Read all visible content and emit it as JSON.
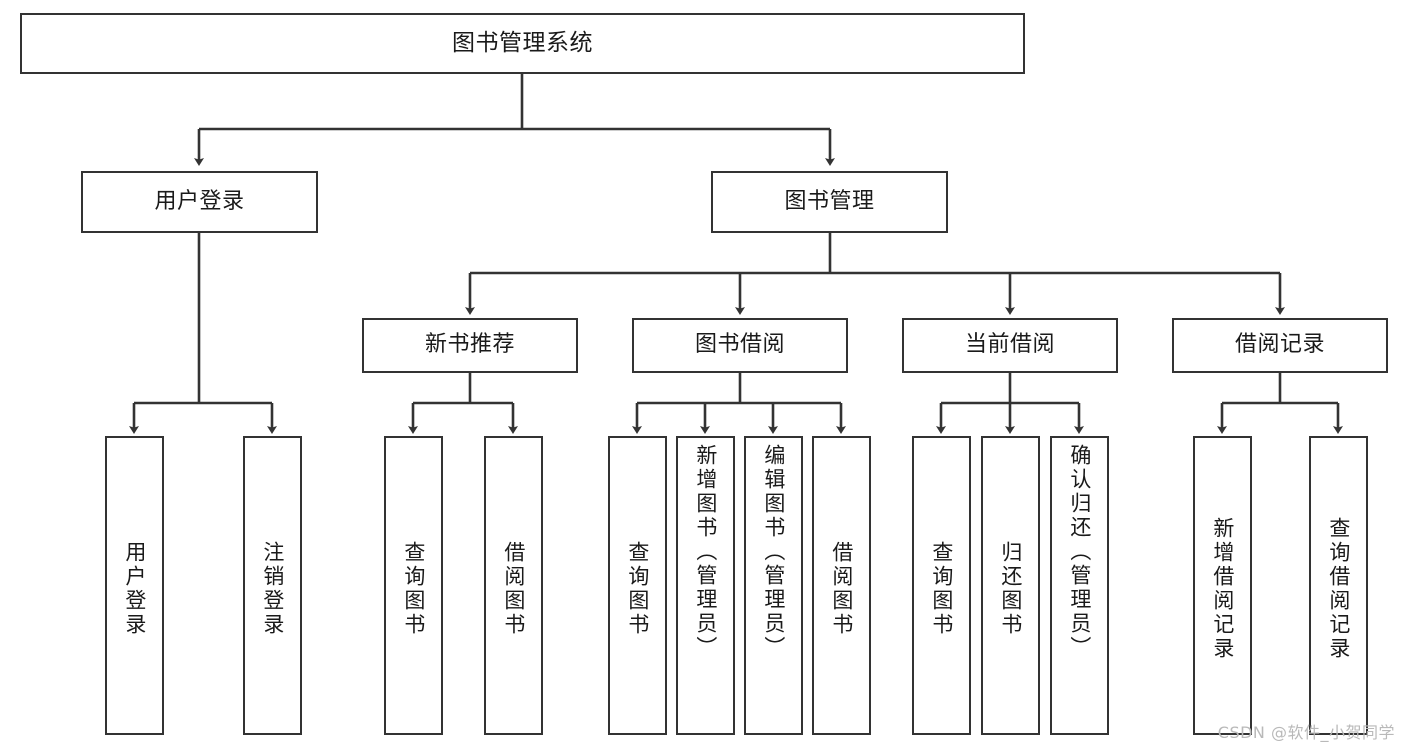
{
  "diagram": {
    "title": "图书管理系统",
    "type": "tree",
    "watermark": "CSDN @软件_小贺同学",
    "colors": {
      "box_border": "#333333",
      "box_fill": "#ffffff",
      "edge": "#333333",
      "text": "#1a1a1a",
      "watermark": "#b9b9b9",
      "background": "#ffffff"
    },
    "levels": {
      "level1": [
        {
          "id": "root",
          "label": "图书管理系统"
        }
      ],
      "level2": [
        {
          "id": "user_login",
          "label": "用户登录",
          "parent": "root"
        },
        {
          "id": "book_manage",
          "label": "图书管理",
          "parent": "root"
        }
      ],
      "level3": [
        {
          "id": "new_book_rec",
          "label": "新书推荐",
          "parent": "book_manage"
        },
        {
          "id": "book_borrow",
          "label": "图书借阅",
          "parent": "book_manage"
        },
        {
          "id": "current_borrow",
          "label": "当前借阅",
          "parent": "book_manage"
        },
        {
          "id": "borrow_record",
          "label": "借阅记录",
          "parent": "book_manage"
        }
      ],
      "leaves": [
        {
          "id": "leaf_user_login",
          "label": "用户登录",
          "parent": "user_login"
        },
        {
          "id": "leaf_logout",
          "label": "注销登录",
          "parent": "user_login"
        },
        {
          "id": "leaf_query_book_1",
          "label": "查询图书",
          "parent": "new_book_rec"
        },
        {
          "id": "leaf_borrow_book_1",
          "label": "借阅图书",
          "parent": "new_book_rec"
        },
        {
          "id": "leaf_query_book_2",
          "label": "查询图书",
          "parent": "book_borrow"
        },
        {
          "id": "leaf_add_book",
          "label": "新增图书（管理员）",
          "parent": "book_borrow"
        },
        {
          "id": "leaf_edit_book",
          "label": "编辑图书（管理员）",
          "parent": "book_borrow"
        },
        {
          "id": "leaf_borrow_book_2",
          "label": "借阅图书",
          "parent": "book_borrow"
        },
        {
          "id": "leaf_query_book_3",
          "label": "查询图书",
          "parent": "current_borrow"
        },
        {
          "id": "leaf_return_book",
          "label": "归还图书",
          "parent": "current_borrow"
        },
        {
          "id": "leaf_confirm_return",
          "label": "确认归还（管理员）",
          "parent": "current_borrow"
        },
        {
          "id": "leaf_add_record",
          "label": "新增借阅记录",
          "parent": "borrow_record"
        },
        {
          "id": "leaf_query_record",
          "label": "查询借阅记录",
          "parent": "borrow_record"
        }
      ]
    }
  }
}
